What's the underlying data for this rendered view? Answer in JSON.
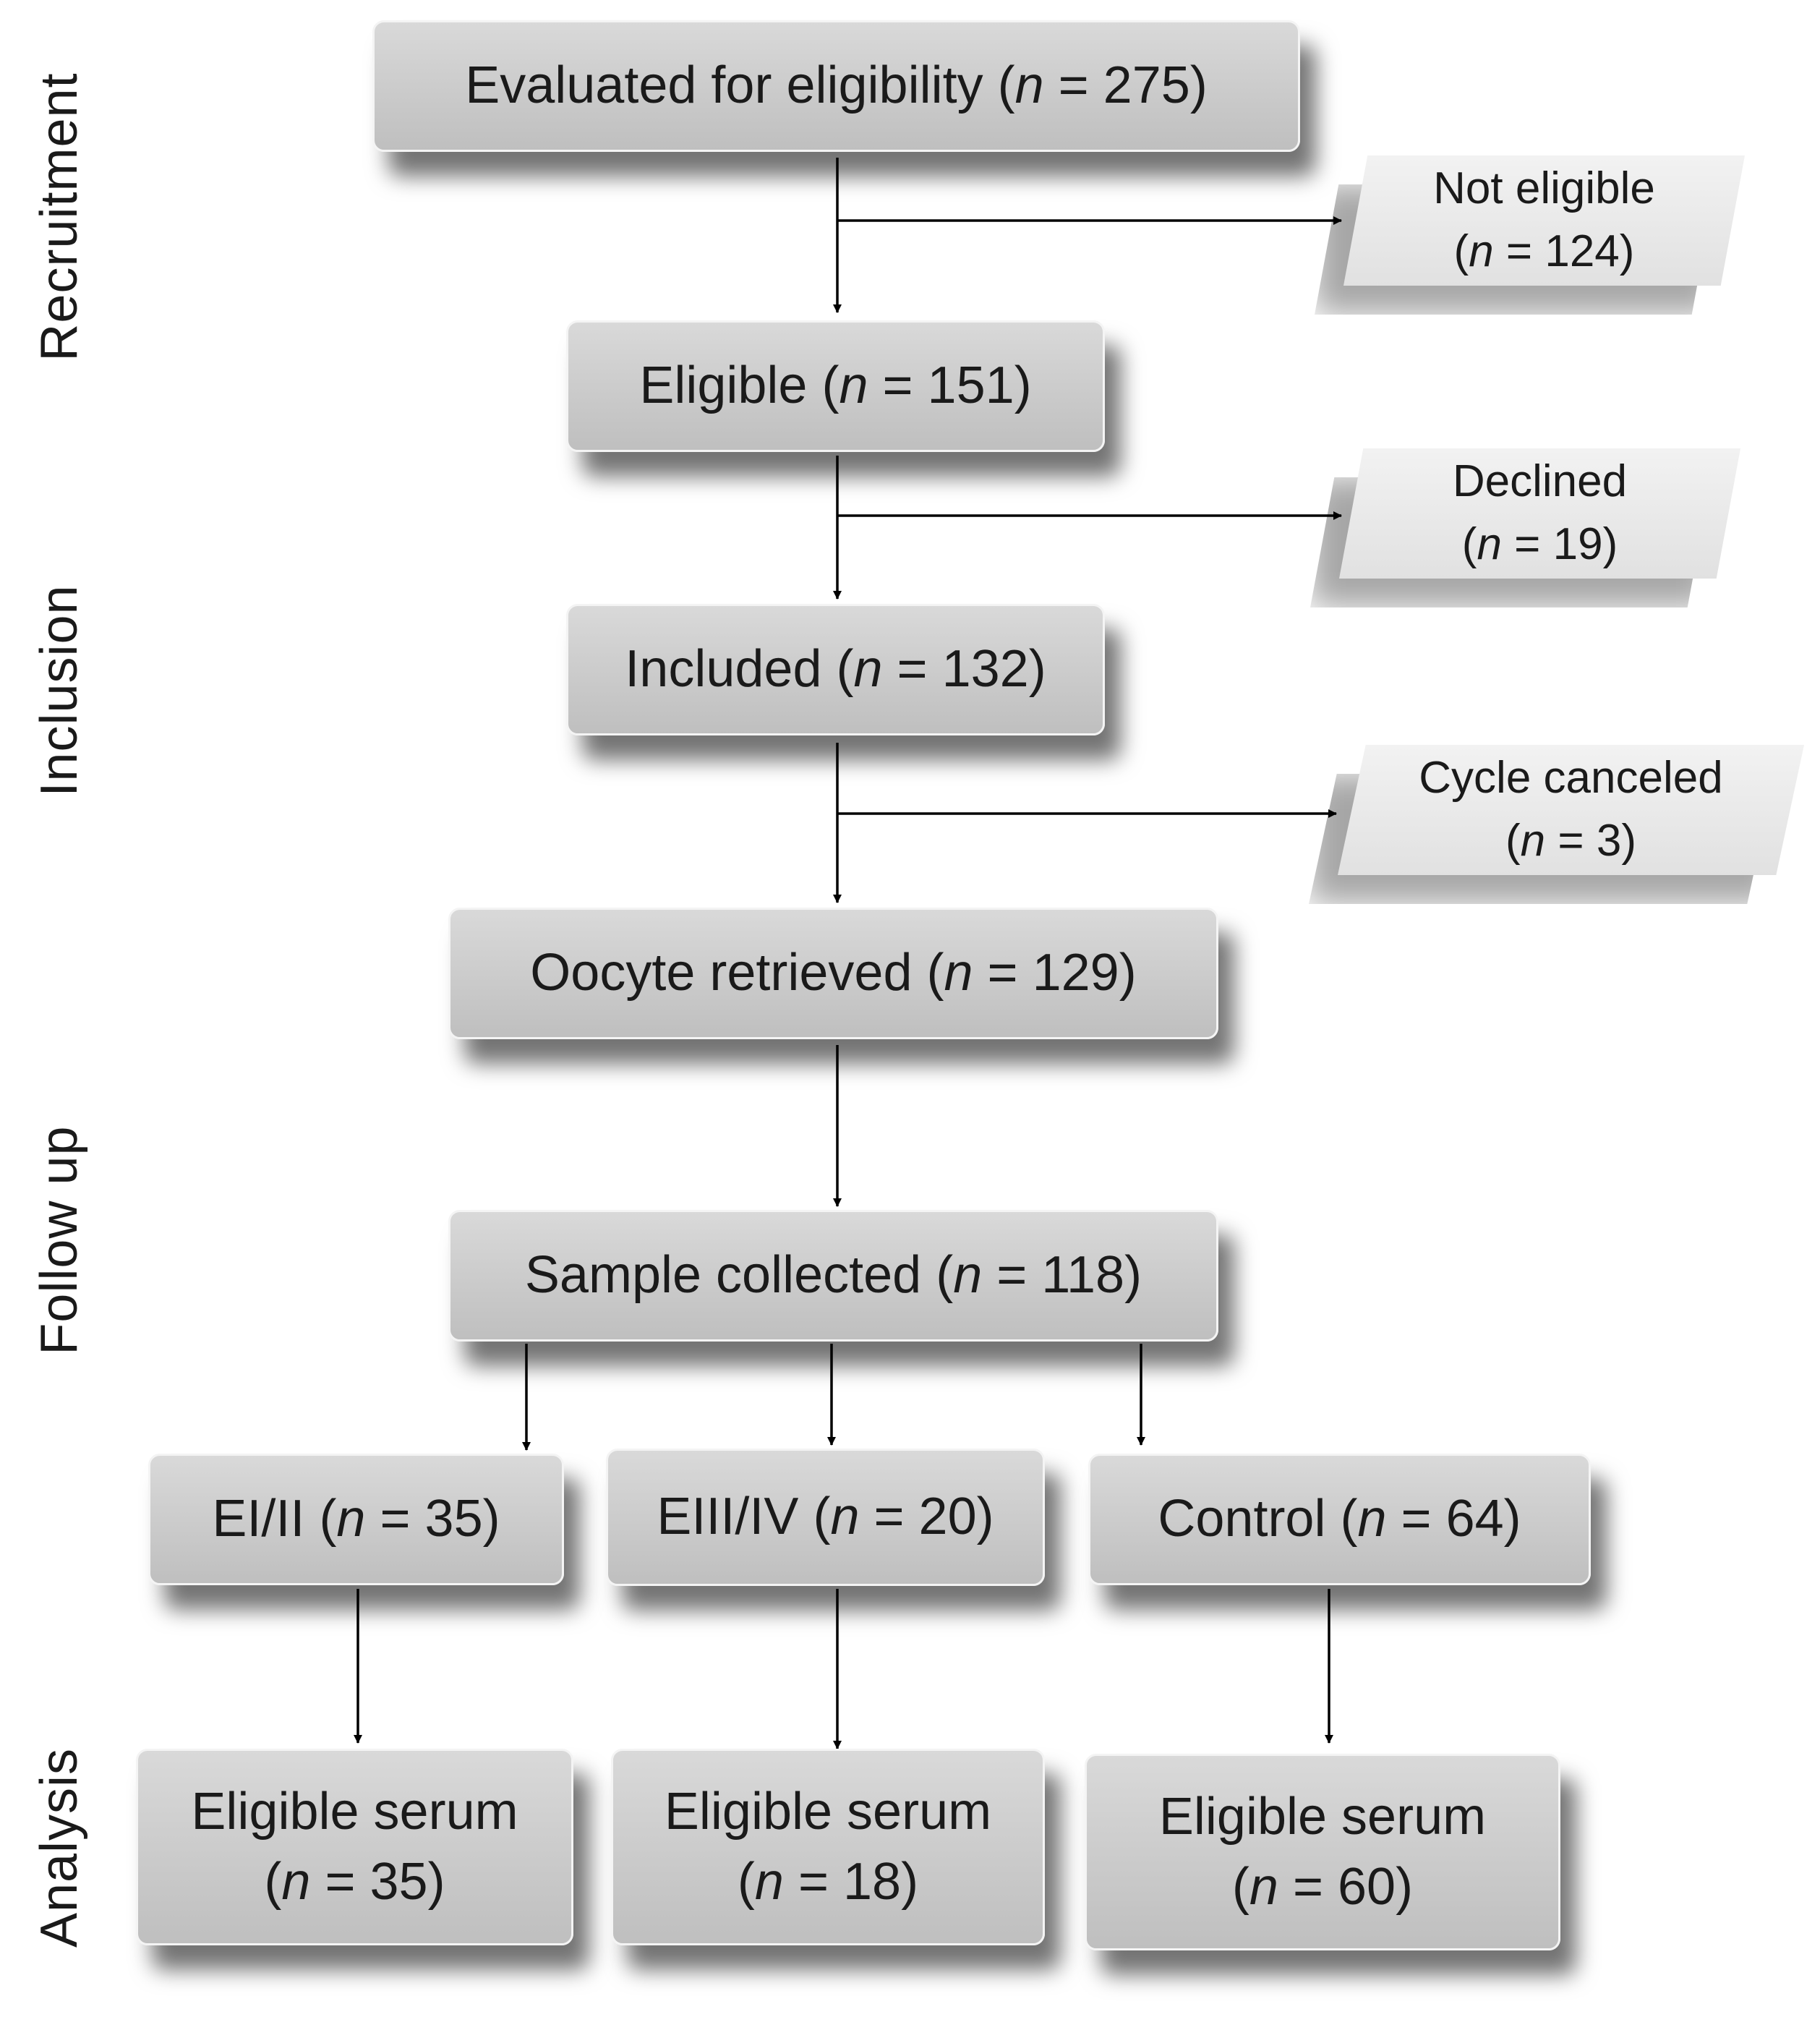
{
  "stages": {
    "recruitment": "Recruitment",
    "inclusion": "Inclusion",
    "follow_up": "Follow up",
    "analysis": "Analysis"
  },
  "nodes": {
    "evaluated": {
      "label": "Evaluated for eligibility",
      "n": "275"
    },
    "eligible": {
      "label": "Eligible",
      "n": "151"
    },
    "included": {
      "label": "Included",
      "n": "132"
    },
    "oocyte": {
      "label": "Oocyte retrieved",
      "n": "129"
    },
    "sample": {
      "label": "Sample collected",
      "n": "118"
    },
    "ei_ii": {
      "label": "EI/II",
      "n": "35"
    },
    "eiii_iv": {
      "label": "EIII/IV",
      "n": "20"
    },
    "control": {
      "label": "Control",
      "n": "64"
    },
    "serum_1": {
      "label": "Eligible serum",
      "n": "35"
    },
    "serum_2": {
      "label": "Eligible serum",
      "n": "18"
    },
    "serum_3": {
      "label": "Eligible serum",
      "n": "60"
    }
  },
  "exclusions": {
    "not_eligible": {
      "label": "Not eligible",
      "n": "124"
    },
    "declined": {
      "label": "Declined",
      "n": "19"
    },
    "cycle_canceled": {
      "label": "Cycle canceled",
      "n": "3"
    }
  },
  "n_symbol": "n",
  "equals": " = ",
  "colors": {
    "box": "#cccccc",
    "side_box": "#ebebeb",
    "arrow": "#000000"
  }
}
